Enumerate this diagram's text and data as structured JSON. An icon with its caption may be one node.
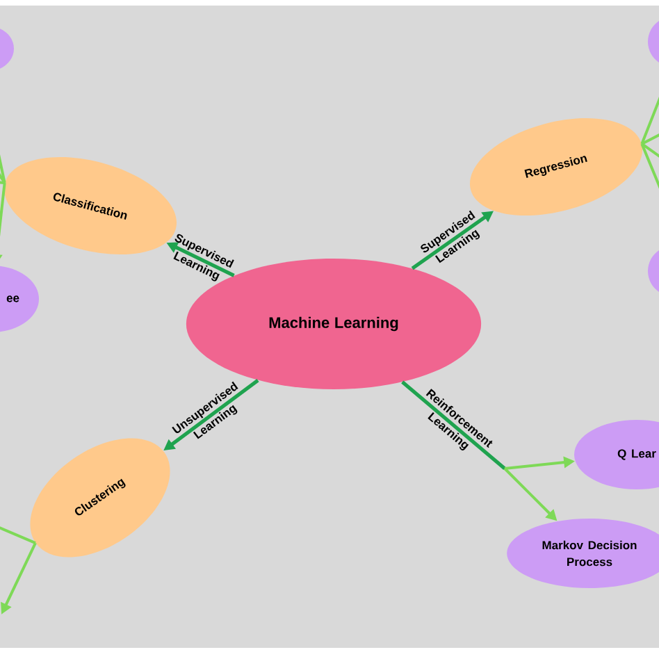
{
  "diagram": {
    "nodes": [
      {
        "text": [
          "Machine Learning"
        ]
      },
      {
        "text": [
          "Classification"
        ]
      },
      {
        "text": [
          "Regression"
        ]
      },
      {
        "text": [
          "Clustering"
        ]
      },
      {
        "text": [
          "Q Lear"
        ]
      },
      {
        "text": [
          "Markov Decision Process"
        ]
      },
      {
        "text": [
          "ee"
        ]
      },
      {
        "text": [],
        "shape": "ellipse"
      },
      {
        "text": [],
        "shape": "ellipse"
      },
      {
        "text": [],
        "shape": "ellipse"
      }
    ],
    "edges": [
      {
        "from": 0,
        "to": 1,
        "arrow": "to",
        "label": "Supervised Learning",
        "color": "#1fa34f"
      },
      {
        "from": 0,
        "to": 2,
        "arrow": "to",
        "label": "Supervised Learning",
        "color": "#1fa34f"
      },
      {
        "from": 0,
        "to": 3,
        "arrow": "to",
        "label": "Unsupervised Learning",
        "color": "#1fa34f"
      },
      {
        "from": 0,
        "to": 4,
        "arrow": "to",
        "label": "Reinforcement Learning",
        "color": "#1fa34f"
      },
      {
        "from": 0,
        "to": 5,
        "arrow": "to",
        "color": "#1fa34f"
      },
      {
        "from": 1,
        "to": 6,
        "arrow": "to"
      },
      {
        "from": 1,
        "to": null,
        "arrow": "none"
      },
      {
        "from": 1,
        "to": null,
        "arrow": "none"
      },
      {
        "from": 1,
        "to": null,
        "arrow": "none"
      },
      {
        "from": 2,
        "to": null,
        "arrow": "none"
      },
      {
        "from": 2,
        "to": null,
        "arrow": "none"
      },
      {
        "from": 2,
        "to": null,
        "arrow": "none"
      },
      {
        "from": 2,
        "to": null,
        "arrow": "none"
      },
      {
        "from": 3,
        "to": null,
        "arrow": "none"
      },
      {
        "from": 3,
        "to": null,
        "arrow": "to"
      }
    ]
  }
}
